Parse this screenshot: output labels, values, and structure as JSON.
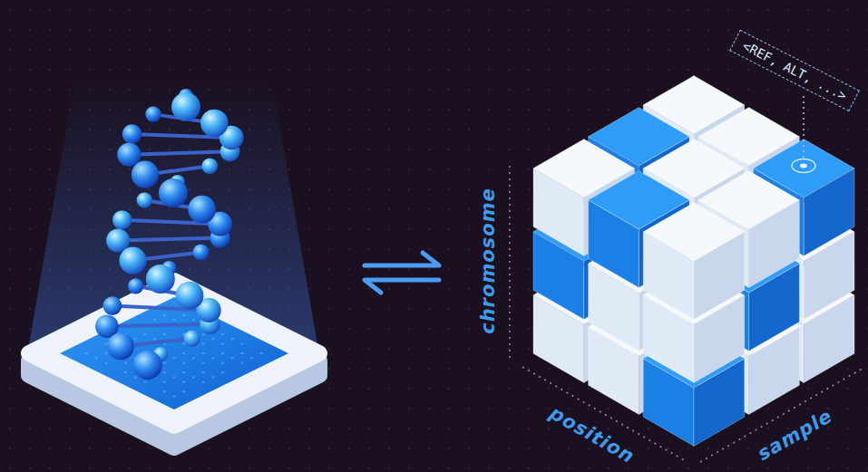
{
  "diagram": {
    "nodes": [
      {
        "text": [
          "<REF, ALT, ...>"
        ]
      }
    ],
    "labels": [
      "chromosome",
      "position",
      "sample"
    ]
  }
}
